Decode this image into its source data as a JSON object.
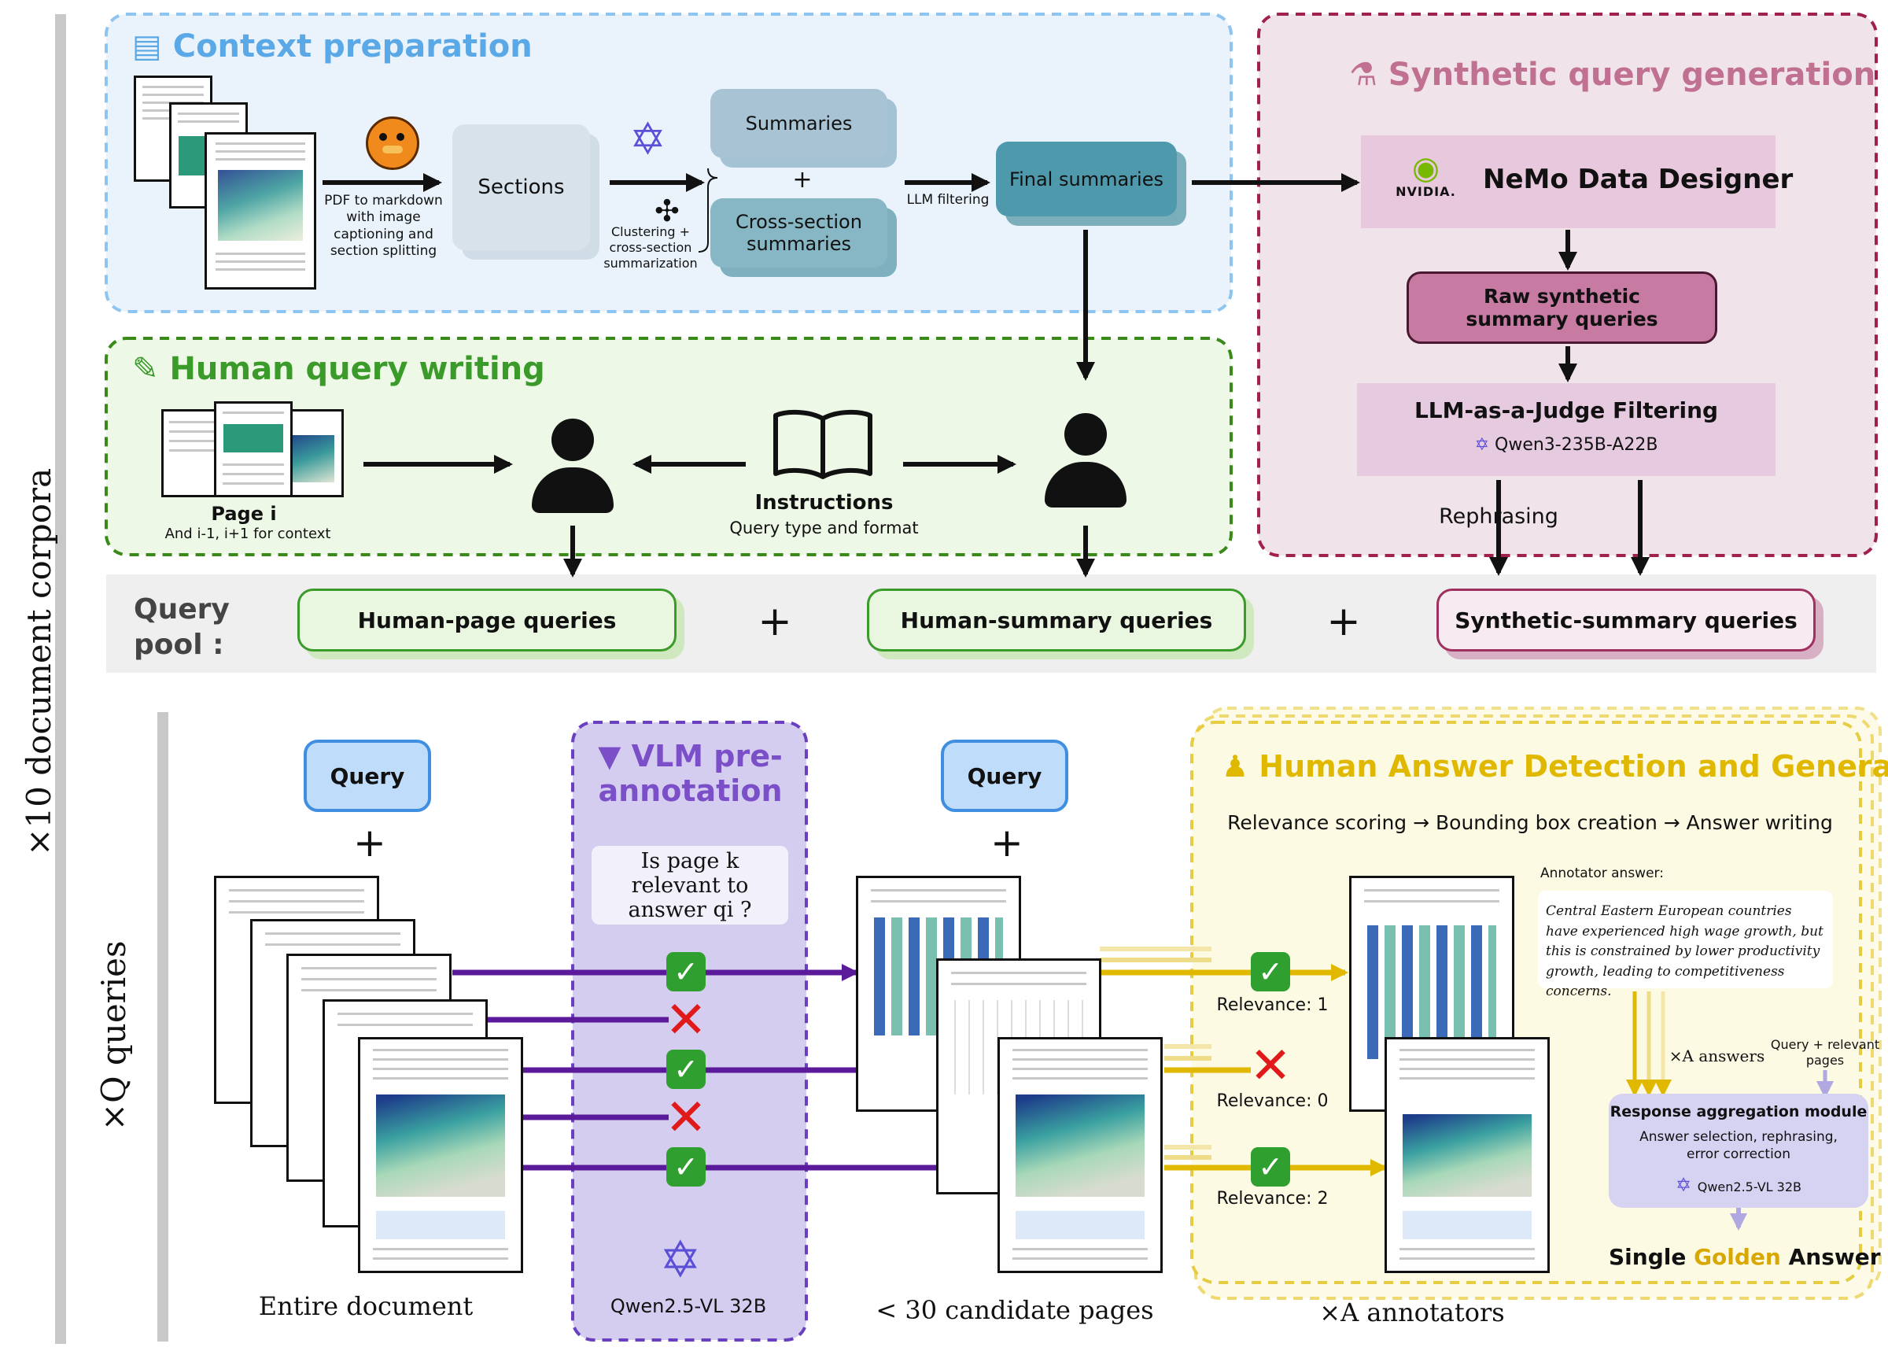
{
  "side": {
    "corpora": "×10 document corpora",
    "queries": "×Q queries"
  },
  "context": {
    "title": "Context preparation",
    "pdf_caption": "PDF to markdown with image captioning and section splitting",
    "sections": "Sections",
    "summaries": "Summaries",
    "plus": "+",
    "cross_section": "Cross-section summaries",
    "clustering": "Clustering + cross-section summarization",
    "llm_filtering": "LLM filtering",
    "final_summaries": "Final summaries"
  },
  "synthetic": {
    "title": "Synthetic query generation",
    "nemo": "NeMo Data Designer",
    "nvidia": "NVIDIA.",
    "raw": "Raw synthetic summary queries",
    "judge": "LLM-as-a-Judge Filtering",
    "judge_model": "Qwen3-235B-A22B",
    "rephrasing": "Rephrasing"
  },
  "human": {
    "title": "Human query writing",
    "page_i": "Page i",
    "context_note": "And i-1, i+1 for context",
    "instructions": "Instructions",
    "instructions_sub": "Query type and format"
  },
  "pool": {
    "label": "Query pool :",
    "human_page": "Human-page queries",
    "human_summary": "Human-summary queries",
    "synthetic_summary": "Synthetic-summary queries",
    "plus": "+"
  },
  "bottom": {
    "query_label": "Query",
    "plus": "+",
    "entire_document": "Entire document",
    "candidate_pages": "< 30 candidate pages",
    "annotators": "×A annotators",
    "vlm_title": "VLM pre-annotation",
    "vlm_question": "Is page k relevant to answer qi ?",
    "vlm_model": "Qwen2.5-VL 32B",
    "hadg_title": "Human Answer Detection and Generation",
    "steps": "Relevance scoring → Bounding box creation → Answer writing",
    "relevance": [
      "Relevance: 1",
      "Relevance: 0",
      "Relevance: 2"
    ],
    "annotator_answer_label": "Annotator answer:",
    "annotator_answer": "Central Eastern European countries have experienced high wage growth, but this is constrained by lower productivity growth, leading to competitiveness concerns.",
    "a_answers": "×A answers",
    "query_relevant": "Query + relevant pages",
    "aggregation_title": "Response aggregation module",
    "aggregation_sub": "Answer selection, rephrasing, error correction",
    "aggregation_model": "Qwen2.5-VL 32B",
    "golden_1": "Single",
    "golden_2": "Golden",
    "golden_3": "Answer"
  },
  "colors": {
    "context": "#5aa9e6",
    "human": "#3a9a2a",
    "synthetic": "#a03060",
    "vlm": "#7a4fc8",
    "hadg": "#e0b800",
    "purple_arrow": "#5a1a9a",
    "yellow_arrow": "#e0b800"
  }
}
